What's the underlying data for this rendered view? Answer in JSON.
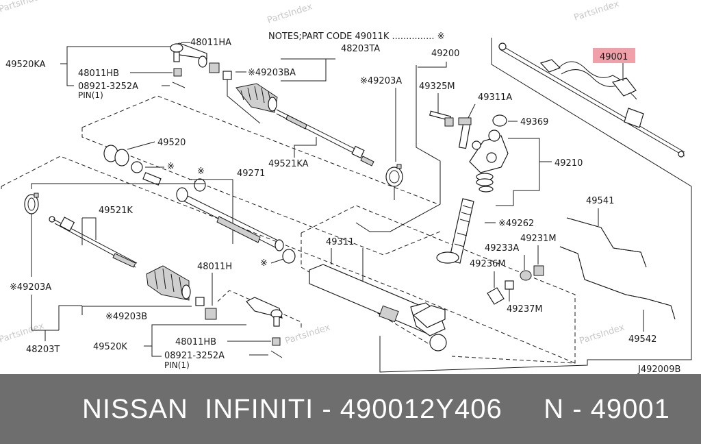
{
  "watermark": "PartsIndex",
  "notes": "NOTES;PART CODE  49011K ............... ※",
  "labels": {
    "l49520KA": "49520KA",
    "l48011HA": "48011HA",
    "l48011HB_top": "48011HB",
    "l08921_top": "08921-3252A",
    "pin_top": "PIN(1)",
    "l49203BA": "※49203BA",
    "l48203TA": "48203TA",
    "l49203A_top": "※49203A",
    "l49200": "49200",
    "l49001": "49001",
    "l49325M": "49325M",
    "l49311A": "49311A",
    "l49369": "49369",
    "l49210": "49210",
    "l49520": "49520",
    "mark_seal": "※",
    "l49521KA": "49521KA",
    "mark_ring": "※",
    "l49271": "49271",
    "mark_end": "※",
    "l49521K": "49521K",
    "l49311": "49311",
    "l49262": "※49262",
    "l49231M": "49231M",
    "l49233A": "49233A",
    "l49236M": "49236M",
    "l49237M": "49237M",
    "l49541": "49541",
    "l49542": "49542",
    "l49203A_left": "※49203A",
    "l48011H": "48011H",
    "l49203B": "※49203B",
    "l48203T": "48203T",
    "l49520K": "49520K",
    "l48011HB_bot": "48011HB",
    "l08921_bot": "08921-3252A",
    "pin_bot": "PIN(1)",
    "diagram_code": "J492009B"
  },
  "highlight_color": "#f0a0a8",
  "footer": {
    "title": "NISSAN  INFINITI - 490012Y406     N - 49001"
  }
}
